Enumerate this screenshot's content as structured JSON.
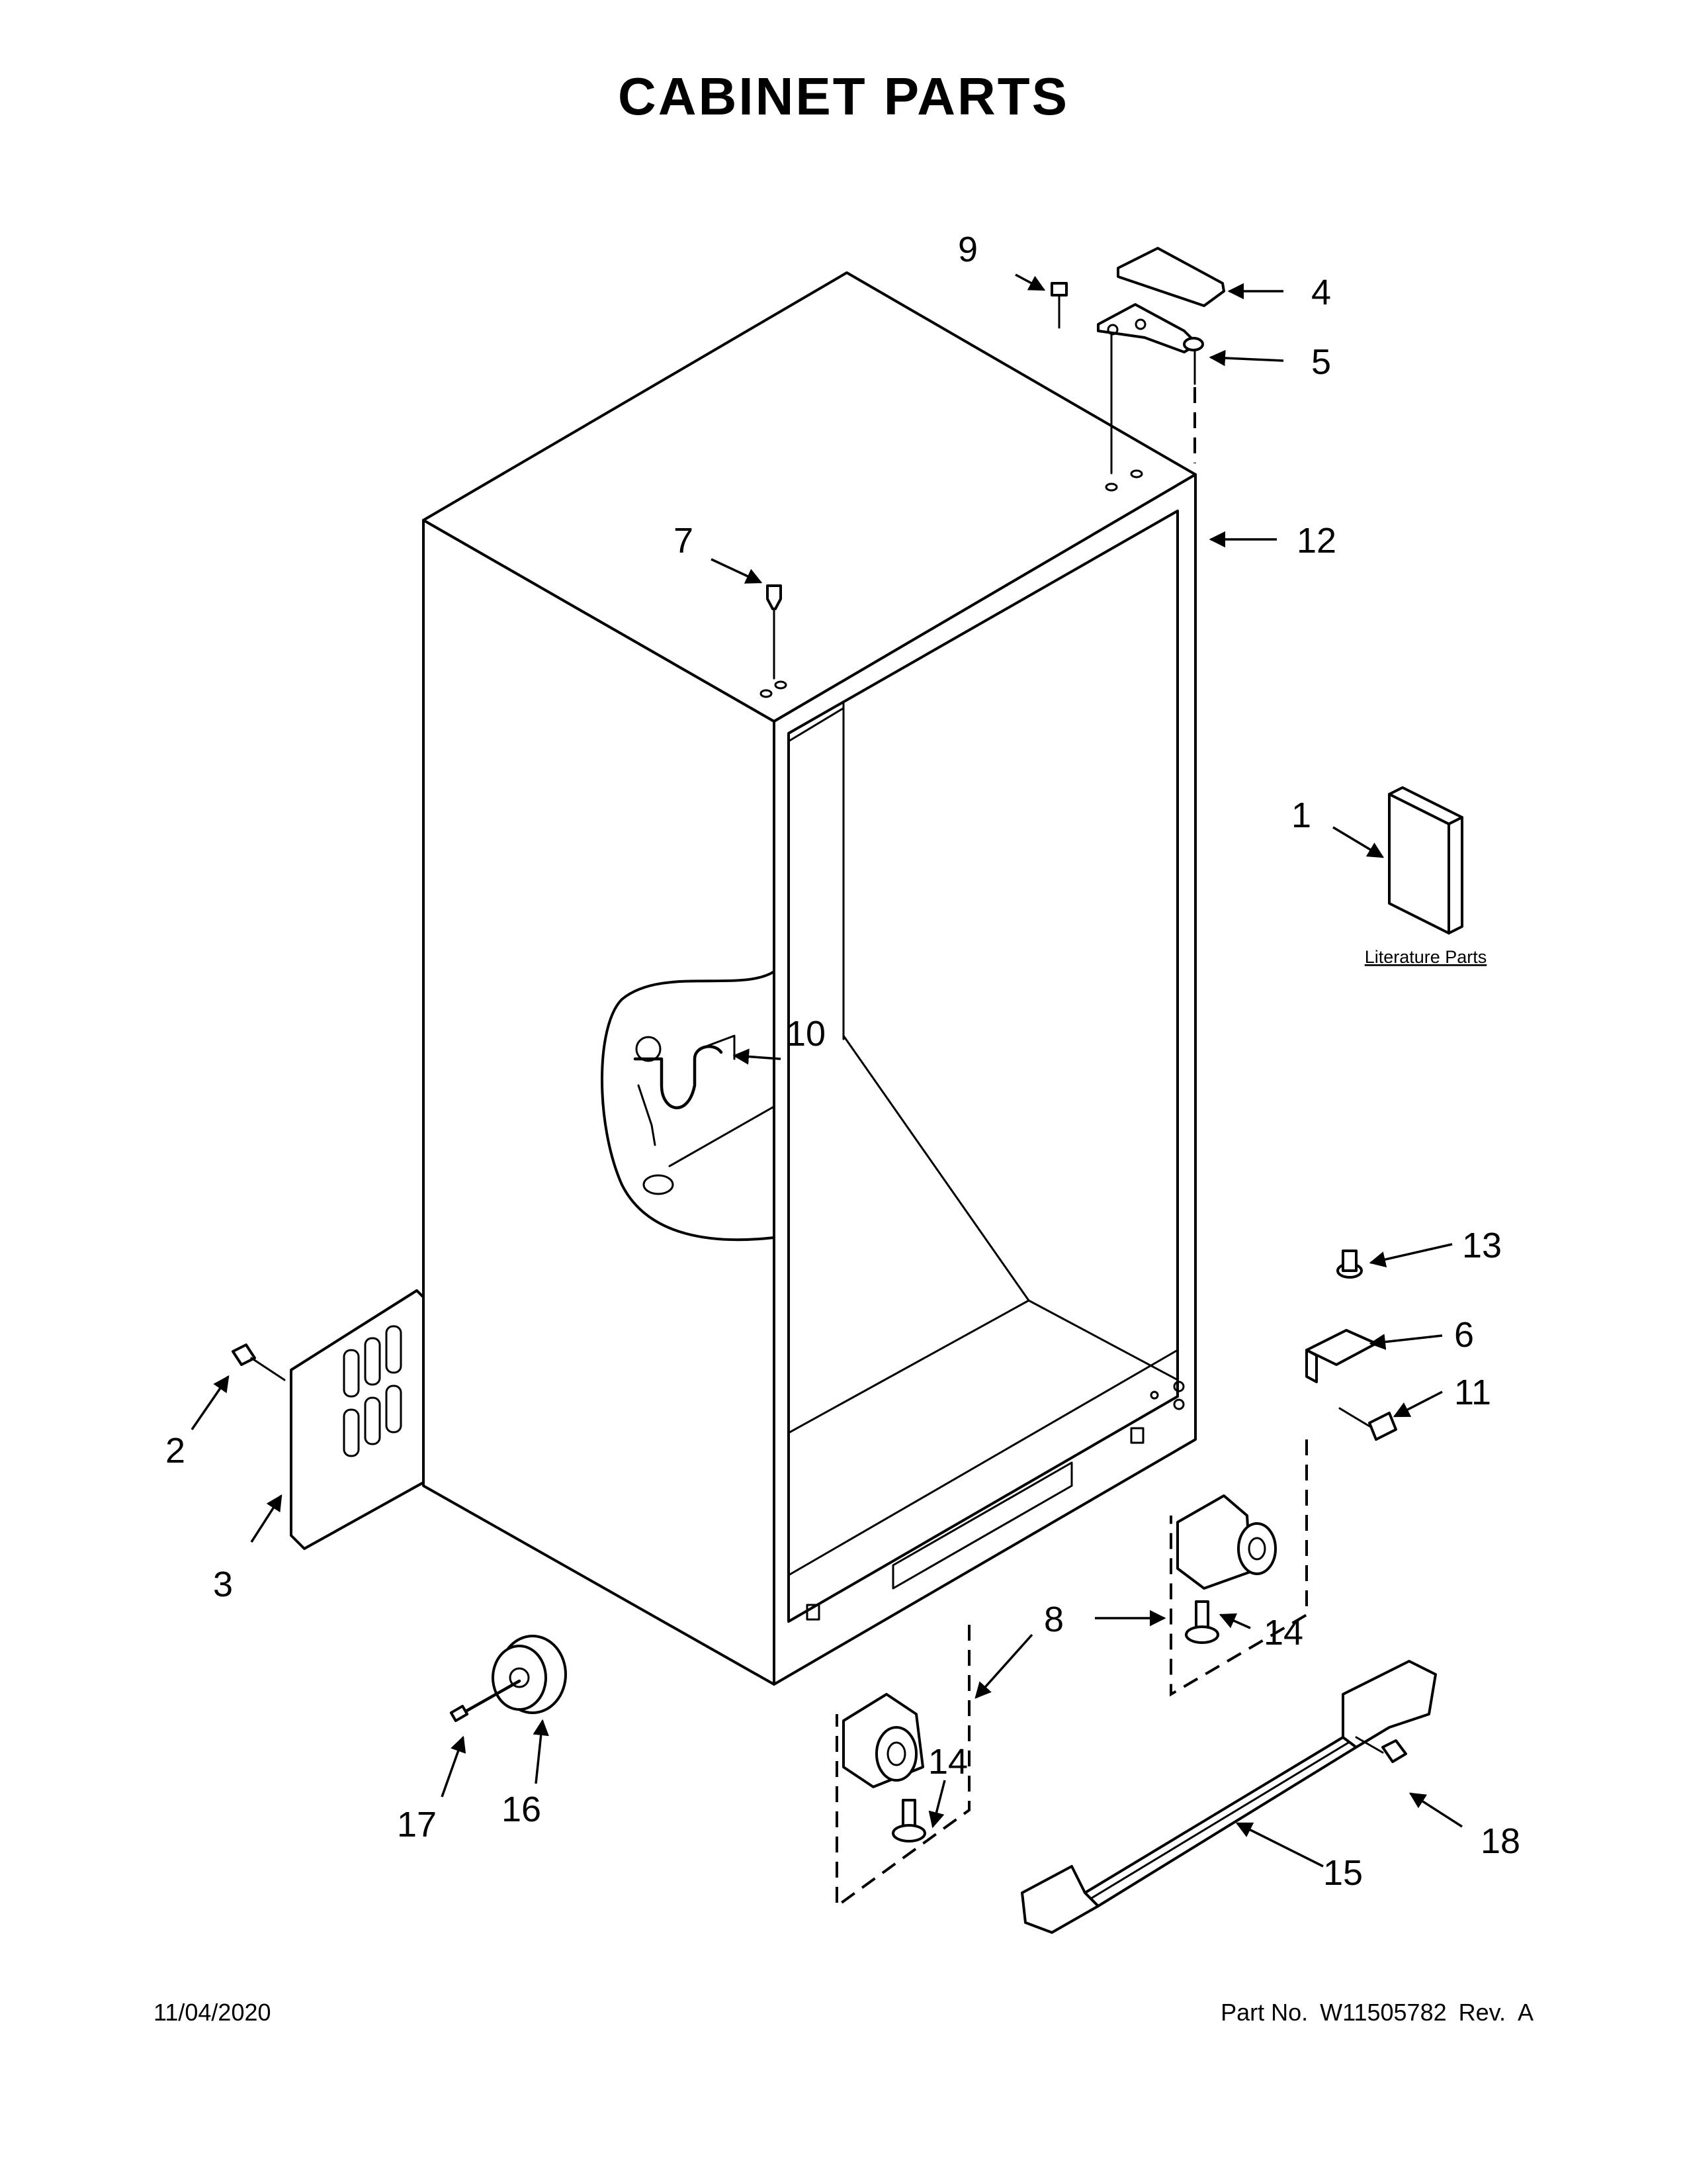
{
  "title": "CABINET PARTS",
  "footer": {
    "date": "11/04/2020",
    "part_no_label": "Part No.",
    "part_no": "W11505782",
    "rev_label": "Rev.",
    "rev": "A"
  },
  "literature_label": "Literature Parts",
  "callouts": {
    "c1": "1",
    "c2": "2",
    "c3": "3",
    "c4": "4",
    "c5": "5",
    "c6": "6",
    "c7": "7",
    "c8": "8",
    "c9": "9",
    "c10": "10",
    "c11": "11",
    "c12": "12",
    "c13": "13",
    "c14a": "14",
    "c14b": "14",
    "c15": "15",
    "c16": "16",
    "c17": "17",
    "c18": "18"
  }
}
